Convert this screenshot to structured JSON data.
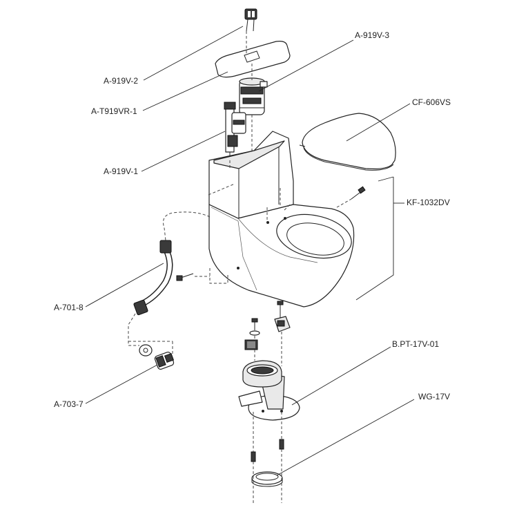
{
  "parts": {
    "a919v2": "A-919V-2",
    "at919vr1": "A-T919VR-1",
    "a919v3": "A-919V-3",
    "cf606vs": "CF-606VS",
    "a919v1": "A-919V-1",
    "kf1032dv": "KF-1032DV",
    "a7018": "A-701-8",
    "a7037": "A-703-7",
    "bpt17v01": "B.PT-17V-01",
    "wg17v": "WG-17V"
  }
}
